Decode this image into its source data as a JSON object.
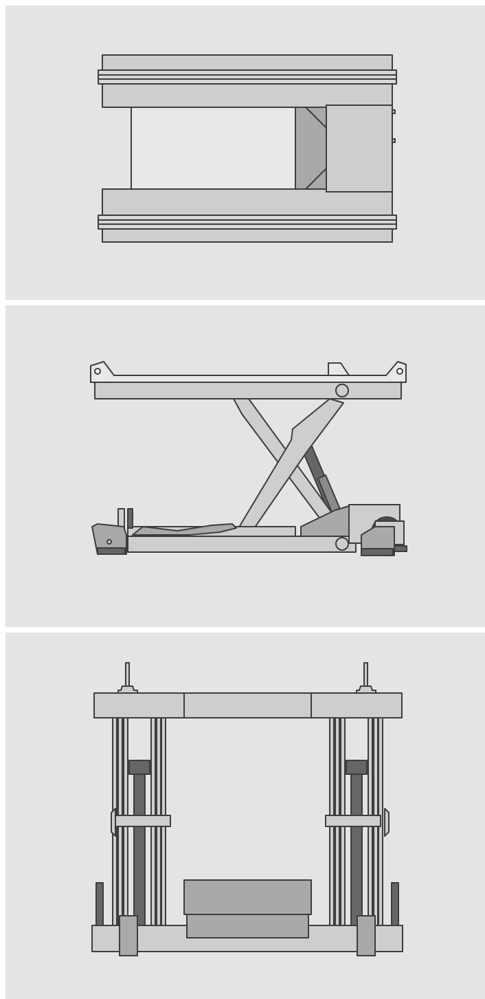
{
  "figure": {
    "views": [
      "top-view",
      "side-view",
      "front-view"
    ]
  },
  "palette": {
    "panel_bg": "#e3e4e6",
    "outline": "#3d3d3f",
    "light_gray": "#cdcecf",
    "platform_fill": "#e9e8e6",
    "mid_gray": "#a8a9aa",
    "dark_gray": "#666668"
  }
}
